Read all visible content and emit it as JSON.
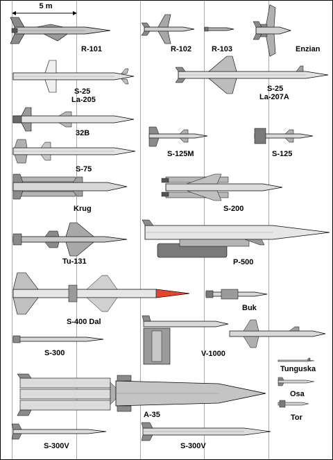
{
  "scale": {
    "label": "5 m"
  },
  "labels": {
    "r101": "R-101",
    "r102": "R-102",
    "r103": "R-103",
    "enzian": "Enzian",
    "s25_la205_a": "S-25",
    "s25_la205_b": "La-205",
    "s25_la207a_a": "S-25",
    "s25_la207a_b": "La-207A",
    "b32": "32B",
    "s125m": "S-125M",
    "s125": "S-125",
    "s75": "S-75",
    "krug": "Krug",
    "s200": "S-200",
    "tu131": "Tu-131",
    "p500": "P-500",
    "s400": "S-400 Dal",
    "buk": "Buk",
    "s300": "S-300",
    "v1000": "V-1000",
    "tunguska": "Tunguska",
    "osa": "Osa",
    "tor": "Tor",
    "a35": "A-35",
    "s300v_1": "S-300V",
    "s300v_2": "S-300V"
  },
  "colors": {
    "body": "#d8d8d8",
    "fin": "#a8a8a8",
    "dark": "#6e6e6e",
    "outline": "#000000",
    "warhead": "#e8442a",
    "gridline": "#a9a9a9"
  }
}
